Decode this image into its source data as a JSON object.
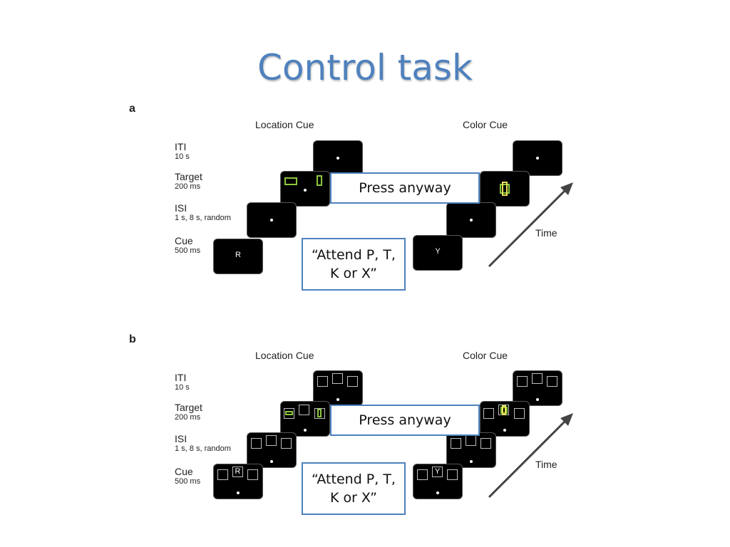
{
  "title": "Control task",
  "panels": [
    {
      "letter": "a",
      "location_cue": "Location Cue",
      "color_cue": "Color Cue",
      "labels": [
        {
          "main": "ITI",
          "sub": "10 s"
        },
        {
          "main": "Target",
          "sub": "200 ms"
        },
        {
          "main": "ISI",
          "sub": "1 s, 8 s, random"
        },
        {
          "main": "Cue",
          "sub": "500 ms"
        }
      ],
      "cue_letter_location": "R",
      "cue_letter_color": "Y",
      "press_anyway": "Press anyway",
      "attend_line1": "“Attend P, T,",
      "attend_line2": "K or X”",
      "time": "Time"
    },
    {
      "letter": "b",
      "location_cue": "Location Cue",
      "color_cue": "Color Cue",
      "labels": [
        {
          "main": "ITI",
          "sub": "10 s"
        },
        {
          "main": "Target",
          "sub": "200 ms"
        },
        {
          "main": "ISI",
          "sub": "1 s, 8 s, random"
        },
        {
          "main": "Cue",
          "sub": "500 ms"
        }
      ],
      "cue_letter_location": "R",
      "cue_letter_color": "Y",
      "press_anyway": "Press anyway",
      "attend_line1": "“Attend P, T,",
      "attend_line2": "K or X”",
      "time": "Time"
    }
  ],
  "colors": {
    "title": "#4f81bd",
    "callout_border": "#4f81bd",
    "target_green": "#8dc63f",
    "target_yellow": "#e8e25a"
  }
}
